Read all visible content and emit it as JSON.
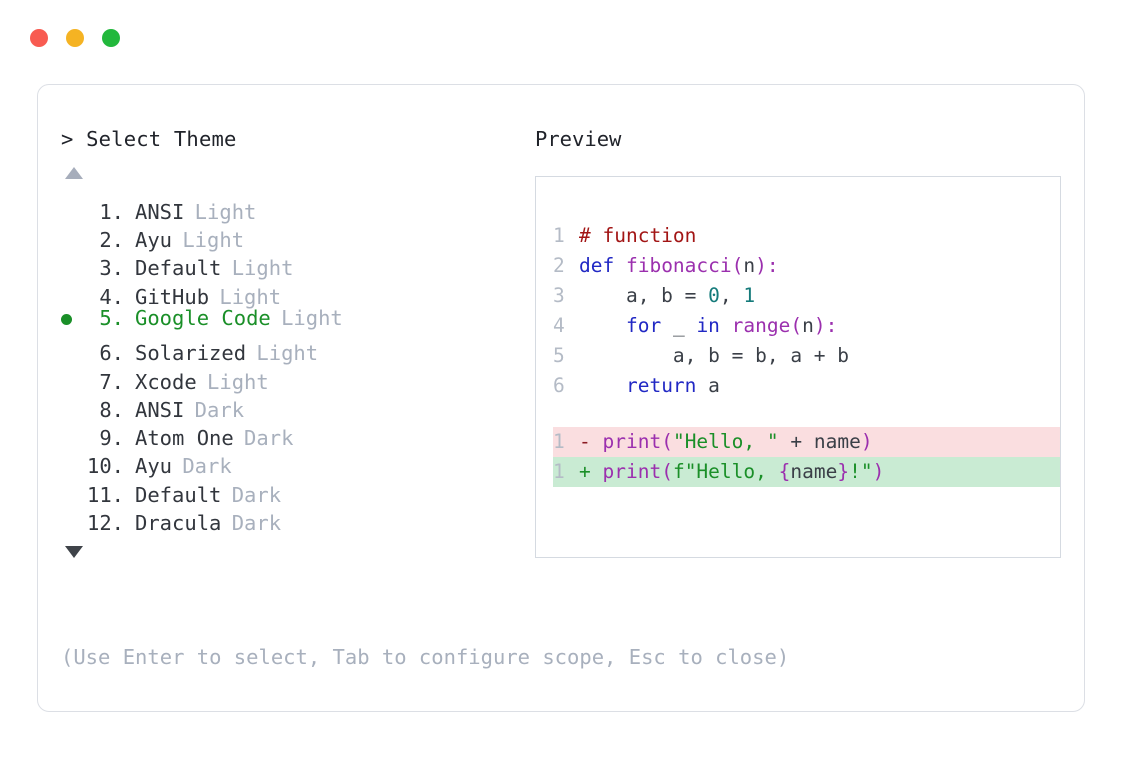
{
  "window": {
    "dots": [
      {
        "name": "close",
        "color": "#f85b51"
      },
      {
        "name": "minimize",
        "color": "#f5b323"
      },
      {
        "name": "maximize",
        "color": "#22b83c"
      }
    ]
  },
  "picker": {
    "prompt": "> Select Theme",
    "scroll_up_icon": "triangle-up-icon",
    "scroll_down_icon": "triangle-down-icon",
    "selected_index": 5,
    "items": [
      {
        "index": "1.",
        "name": "ANSI",
        "variant": "Light",
        "selected": false
      },
      {
        "index": "2.",
        "name": "Ayu",
        "variant": "Light",
        "selected": false
      },
      {
        "index": "3.",
        "name": "Default",
        "variant": "Light",
        "selected": false
      },
      {
        "index": "4.",
        "name": "GitHub",
        "variant": "Light",
        "selected": false
      },
      {
        "index": "5.",
        "name": "Google Code",
        "variant": "Light",
        "selected": true
      },
      {
        "index": "6.",
        "name": "Solarized",
        "variant": "Light",
        "selected": false
      },
      {
        "index": "7.",
        "name": "Xcode",
        "variant": "Light",
        "selected": false
      },
      {
        "index": "8.",
        "name": "ANSI",
        "variant": "Dark",
        "selected": false
      },
      {
        "index": "9.",
        "name": "Atom One",
        "variant": "Dark",
        "selected": false
      },
      {
        "index": "10.",
        "name": "Ayu",
        "variant": "Dark",
        "selected": false
      },
      {
        "index": "11.",
        "name": "Default",
        "variant": "Dark",
        "selected": false
      },
      {
        "index": "12.",
        "name": "Dracula",
        "variant": "Dark",
        "selected": false
      }
    ]
  },
  "hint": "(Use Enter to select, Tab to configure scope, Esc to close)",
  "preview": {
    "label": "Preview",
    "code_lines": [
      {
        "n": "1",
        "tokens": [
          {
            "t": "# function",
            "c": "comment"
          }
        ]
      },
      {
        "n": "2",
        "tokens": [
          {
            "t": "def ",
            "c": "keyword"
          },
          {
            "t": "fibonacci",
            "c": "func"
          },
          {
            "t": "(",
            "c": "punct"
          },
          {
            "t": "n",
            "c": "plain"
          },
          {
            "t": "):",
            "c": "punct"
          }
        ]
      },
      {
        "n": "3",
        "tokens": [
          {
            "t": "    a, b = ",
            "c": "plain"
          },
          {
            "t": "0",
            "c": "number"
          },
          {
            "t": ", ",
            "c": "plain"
          },
          {
            "t": "1",
            "c": "number"
          }
        ]
      },
      {
        "n": "4",
        "tokens": [
          {
            "t": "    ",
            "c": "plain"
          },
          {
            "t": "for",
            "c": "keyword"
          },
          {
            "t": " _ ",
            "c": "plain"
          },
          {
            "t": "in",
            "c": "keyword"
          },
          {
            "t": " ",
            "c": "plain"
          },
          {
            "t": "range",
            "c": "builtin"
          },
          {
            "t": "(",
            "c": "punct"
          },
          {
            "t": "n",
            "c": "plain"
          },
          {
            "t": "):",
            "c": "punct"
          }
        ]
      },
      {
        "n": "5",
        "tokens": [
          {
            "t": "        a, b = b, a + b",
            "c": "plain"
          }
        ]
      },
      {
        "n": "6",
        "tokens": [
          {
            "t": "    ",
            "c": "plain"
          },
          {
            "t": "return",
            "c": "keyword"
          },
          {
            "t": " a",
            "c": "plain"
          }
        ]
      }
    ],
    "diff": [
      {
        "n": "1",
        "sign": "-",
        "kind": "del",
        "tokens": [
          {
            "t": "print",
            "c": "func"
          },
          {
            "t": "(",
            "c": "punct"
          },
          {
            "t": "\"Hello, \"",
            "c": "string"
          },
          {
            "t": " + ",
            "c": "plain"
          },
          {
            "t": "name",
            "c": "plain"
          },
          {
            "t": ")",
            "c": "punct"
          }
        ]
      },
      {
        "n": "1",
        "sign": "+",
        "kind": "add",
        "tokens": [
          {
            "t": "print",
            "c": "func"
          },
          {
            "t": "(",
            "c": "punct"
          },
          {
            "t": "f\"Hello, ",
            "c": "string"
          },
          {
            "t": "{",
            "c": "punct"
          },
          {
            "t": "name",
            "c": "plain"
          },
          {
            "t": "}",
            "c": "punct"
          },
          {
            "t": "!\"",
            "c": "string"
          },
          {
            "t": ")",
            "c": "punct"
          }
        ]
      }
    ]
  }
}
